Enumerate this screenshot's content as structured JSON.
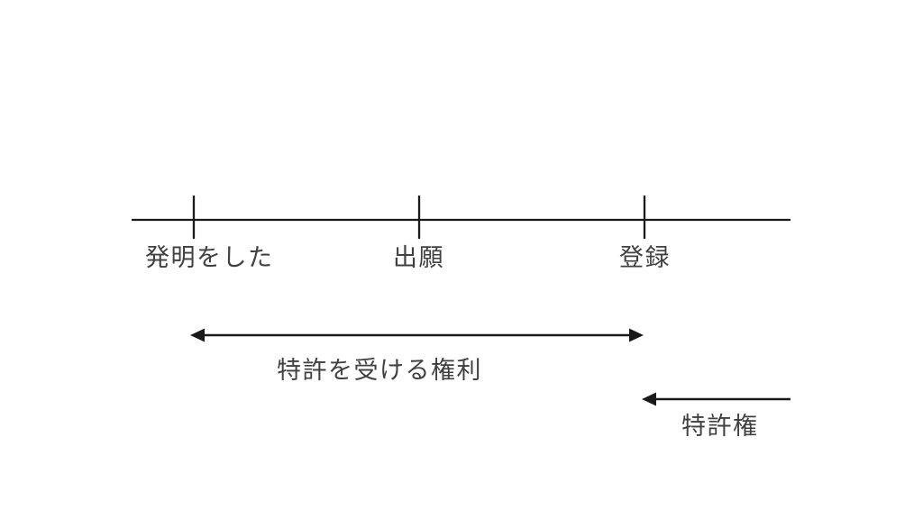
{
  "diagram": {
    "type": "timeline",
    "timeline": {
      "events": [
        {
          "id": "invention",
          "label": "発明をした"
        },
        {
          "id": "application",
          "label": "出願"
        },
        {
          "id": "registration",
          "label": "登録"
        }
      ]
    },
    "spans": [
      {
        "id": "right-to-obtain-patent",
        "label": "特許を受ける権利",
        "arrow": "double-headed",
        "from_event": "invention",
        "to_event": "registration"
      },
      {
        "id": "patent-right",
        "label": "特許権",
        "arrow": "left-pointing",
        "from_event": "registration",
        "to_event": "timeline-end"
      }
    ],
    "colors": {
      "line": "#1a1a1a",
      "text": "#404040",
      "background": "#ffffff"
    }
  }
}
